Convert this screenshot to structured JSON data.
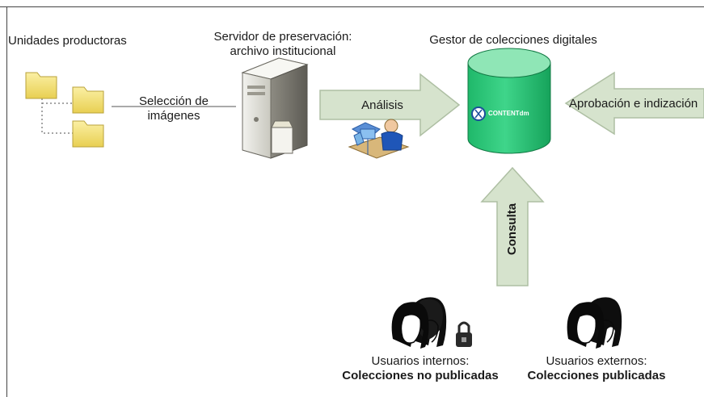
{
  "labels": {
    "unidades": "Unidades productoras",
    "seleccion_1": "Selección de",
    "seleccion_2": "imágenes",
    "servidor_1": "Servidor de preservación:",
    "servidor_2": "archivo institucional",
    "gestor": "Gestor de colecciones digitales",
    "analisis": "Análisis",
    "aprobacion": "Aprobación e indización",
    "consulta": "Consulta",
    "contentdm": "CONTENTdm",
    "internos_1": "Usuarios internos:",
    "internos_2": "Colecciones no publicadas",
    "externos_1": "Usuarios externos:",
    "externos_2": "Colecciones publicadas"
  },
  "icons": {
    "folder": "folder-icon",
    "server": "server-icon",
    "worker": "computer-worker-icon",
    "database": "database-icon",
    "users": "users-icon",
    "lock": "lock-icon"
  },
  "colors": {
    "arrow_fill": "#d6e3cd",
    "arrow_stroke": "#aebfa3",
    "database": "#22c275",
    "database_top": "#8fe6b6",
    "folder": "#f3e17a"
  }
}
